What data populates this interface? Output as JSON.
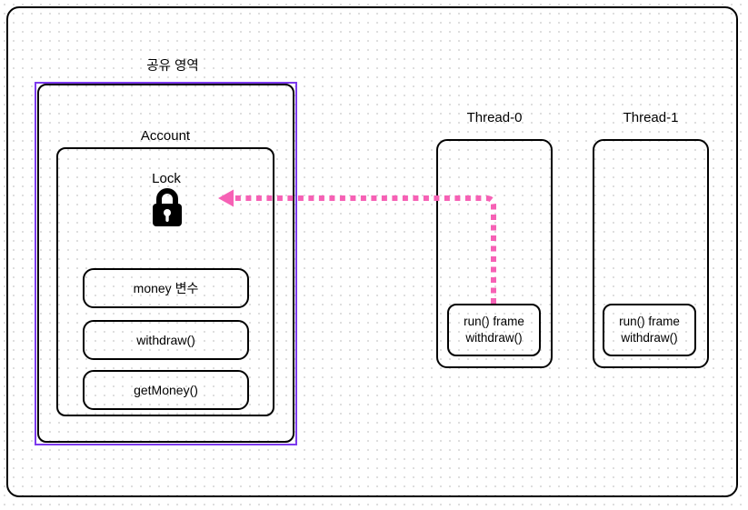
{
  "colors": {
    "purple": "#7C3AED",
    "pink": "#F661B5",
    "line": "#000000",
    "dot_grid": "#DCDCDC"
  },
  "shared_area": {
    "label": "공유 영역"
  },
  "account": {
    "label": "Account",
    "lock": {
      "label": "Lock",
      "icon": "padlock-icon"
    },
    "members": [
      "money 변수",
      "withdraw()",
      "getMoney()"
    ]
  },
  "threads": [
    {
      "label": "Thread-0",
      "frame_lines": [
        "run() frame",
        "withdraw()"
      ]
    },
    {
      "label": "Thread-1",
      "frame_lines": [
        "run() frame",
        "withdraw()"
      ]
    }
  ],
  "arrow": {
    "style": "dashed"
  }
}
